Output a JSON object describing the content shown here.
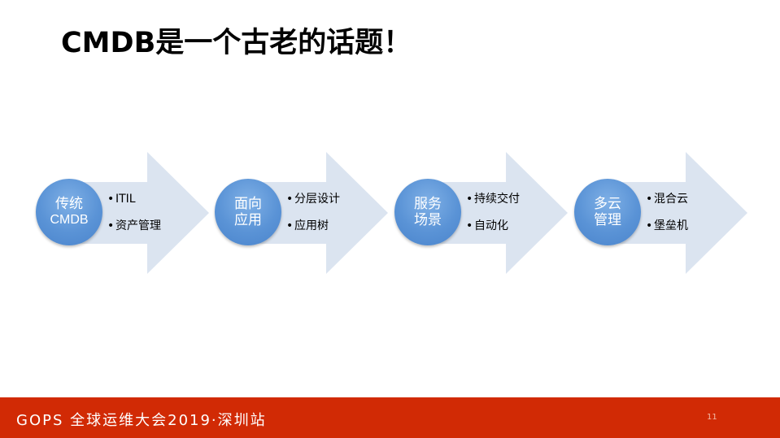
{
  "title": "CMDB是一个古老的话题！",
  "steps": [
    {
      "circle_line1": "传统",
      "circle_line2": "CMDB",
      "bullets": [
        "ITIL",
        "资产管理"
      ]
    },
    {
      "circle_line1": "面向",
      "circle_line2": "应用",
      "bullets": [
        "分层设计",
        "应用树"
      ]
    },
    {
      "circle_line1": "服务",
      "circle_line2": "场景",
      "bullets": [
        "持续交付",
        "自动化"
      ]
    },
    {
      "circle_line1": "多云",
      "circle_line2": "管理",
      "bullets": [
        "混合云",
        "堡垒机"
      ]
    }
  ],
  "bullet_char": "•",
  "footer": {
    "text": "GOPS 全球运维大会2019·深圳站",
    "page_number": "11"
  },
  "colors": {
    "arrow_fill": "#dbe4f0",
    "circle_fill": "#5b95d8",
    "footer_bg": "#d12a05",
    "title": "#000000"
  }
}
